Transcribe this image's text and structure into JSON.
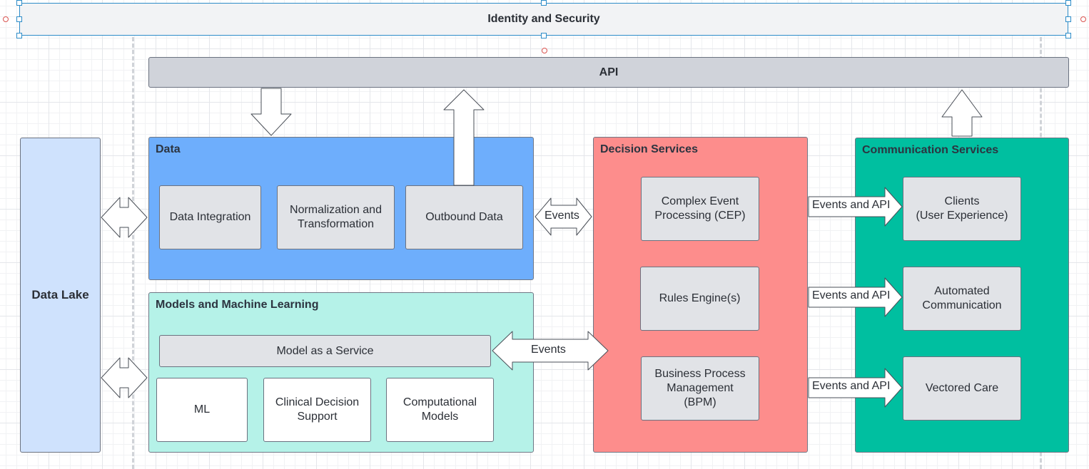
{
  "identity": {
    "label": "Identity and Security"
  },
  "api": {
    "label": "API"
  },
  "data_lake": {
    "label": "Data Lake"
  },
  "data": {
    "title": "Data",
    "items": [
      "Data Integration",
      "Normalization and\nTransformation",
      "Outbound Data"
    ]
  },
  "models": {
    "title": "Models and Machine Learning",
    "maas": "Model as a Service",
    "items": [
      "ML",
      "Clinical Decision\nSupport",
      "Computational\nModels"
    ]
  },
  "decision": {
    "title": "Decision Services",
    "items": [
      "Complex Event\nProcessing (CEP)",
      "Rules Engine(s)",
      "Business Process\nManagement\n(BPM)"
    ]
  },
  "communication": {
    "title": "Communication Services",
    "items": [
      "Clients\n(User Experience)",
      "Automated\nCommunication",
      "Vectored Care"
    ]
  },
  "arrow_labels": {
    "events_top": "Events",
    "events_bottom": "Events",
    "events_api_1": "Events and API",
    "events_api_2": "Events and API",
    "events_api_3": "Events and API"
  },
  "colors": {
    "data": "#6eaefc",
    "models": "#b5f2e8",
    "decision": "#fd8d8c",
    "communication": "#00bfa0",
    "data_lake": "#cfe2fd",
    "api": "#d0d3da",
    "identity": "#f2f3f5"
  }
}
